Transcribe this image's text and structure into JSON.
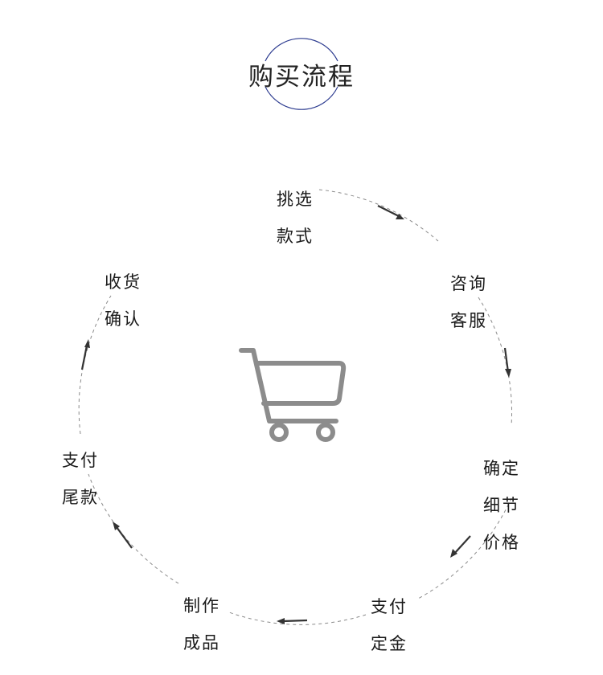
{
  "title": "购买流程",
  "steps": [
    {
      "line1": "挑选",
      "line2": "款式"
    },
    {
      "line1": "咨询",
      "line2": "客服"
    },
    {
      "line1": "确定",
      "line2": "细节",
      "line3": "价格"
    },
    {
      "line1": "支付",
      "line2": "定金"
    },
    {
      "line1": "制作",
      "line2": "成品"
    },
    {
      "line1": "支付",
      "line2": "尾款"
    },
    {
      "line1": "收货",
      "line2": "确认"
    }
  ],
  "colors": {
    "title_ring": "#2b3a8f",
    "dash": "#8a8a8a",
    "arrow": "#333333",
    "cart": "#8c8c8c"
  },
  "icons": {
    "center": "shopping-cart-icon"
  }
}
